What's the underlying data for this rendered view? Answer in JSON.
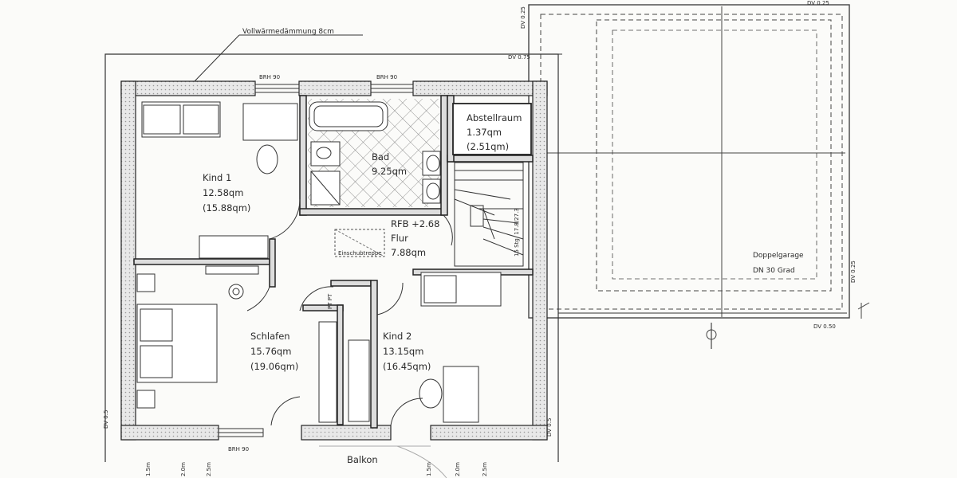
{
  "insulation_label": "Vollwärmedämmung 8cm",
  "windows": {
    "brh_top_left": "BRH 90",
    "brh_top_right": "BRH 90",
    "brh_bottom": "BRH 90"
  },
  "rooms": {
    "kind1": {
      "name": "Kind 1",
      "area": "12.58qm",
      "area_alt": "(15.88qm)"
    },
    "bad": {
      "name": "Bad",
      "area": "9.25qm"
    },
    "abstellraum": {
      "name": "Abstellraum",
      "area": "1.37qm",
      "area_alt": "(2.51qm)"
    },
    "flur": {
      "rfb": "RFB +2.68",
      "name": "Flur",
      "area": "7.88qm",
      "hatch": "Einschubtreppe"
    },
    "schlafen": {
      "name": "Schlafen",
      "area": "15.76qm",
      "area_alt": "(19.06qm)"
    },
    "kind2": {
      "name": "Kind 2",
      "area": "13.15qm",
      "area_alt": "(16.45qm)"
    },
    "balkon": {
      "name": "Balkon"
    }
  },
  "stairs_label": "15 Stg. 17.8/27.3",
  "garage": {
    "name": "Doppelgarage",
    "roof": "DN 30 Grad"
  },
  "dv_labels": {
    "top": "DV 0.25",
    "top_left_v": "DV 0.25",
    "mid": "DV 0.75",
    "right_v": "DV 0.25",
    "garage_bottom": "DV 0.50",
    "left_v": "DV 0.5",
    "right_house_v": "DV 0.5"
  },
  "dims": [
    "1.5m",
    "2.0m",
    "2.5m",
    "1.5m",
    "2.0m",
    "2.5m"
  ],
  "grid_labels": {
    "pt": "PT PT"
  }
}
